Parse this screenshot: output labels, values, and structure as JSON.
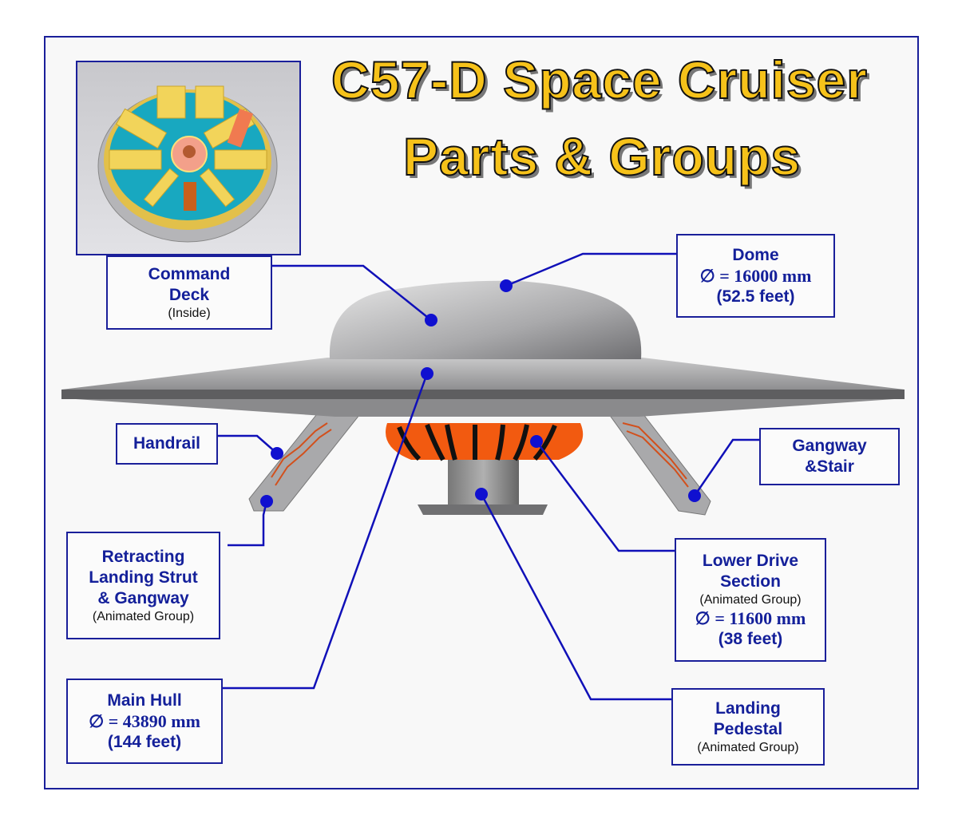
{
  "title": {
    "line1": "C57-D Space Cruiser",
    "line2": "Parts & Groups"
  },
  "labels": {
    "command_deck": {
      "name1": "Command",
      "name2": "Deck",
      "note": "(Inside)"
    },
    "dome": {
      "name": "Dome",
      "diameter": "∅ = 16000 mm",
      "feet": "(52.5 feet)"
    },
    "handrail": {
      "name": "Handrail"
    },
    "gangway": {
      "name1": "Gangway",
      "name2": "&Stair"
    },
    "strut": {
      "name1": "Retracting",
      "name2": "Landing Strut",
      "name3": "& Gangway",
      "note": "(Animated Group)"
    },
    "lower_drive": {
      "name1": "Lower Drive",
      "name2": "Section",
      "note": "(Animated Group)",
      "diameter": "∅ = 11600 mm",
      "feet": "(38 feet)"
    },
    "main_hull": {
      "name": "Main Hull",
      "diameter": "∅ = 43890 mm",
      "feet": "(144 feet)"
    },
    "pedestal": {
      "name1": "Landing",
      "name2": "Pedestal",
      "note": "(Animated Group)"
    }
  },
  "colors": {
    "frame": "#1a1f9a",
    "leader": "#1010b8",
    "title": "#f6c21a",
    "drive": "#f25a10"
  }
}
